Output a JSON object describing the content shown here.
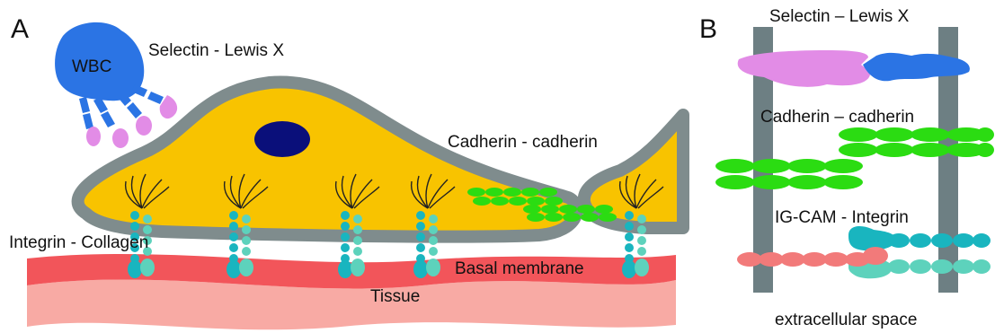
{
  "panel_a": {
    "letter": "A",
    "wbc": "WBC",
    "selectin_lewis": "Selectin - Lewis X",
    "cadherin": "Cadherin - cadherin",
    "integrin_collagen": "Integrin - Collagen",
    "basal_membrane": "Basal membrane",
    "tissue": "Tissue"
  },
  "panel_b": {
    "letter": "B",
    "selectin_lewis": "Selectin – Lewis X",
    "cadherin": "Cadherin – cadherin",
    "igcam_integrin": "IG-CAM - Integrin",
    "extracellular": "extracellular space"
  },
  "colors": {
    "cell_fill": "#f8c300",
    "cell_border": "#7f8c8d",
    "nucleus": "#0a0f7a",
    "wbc": "#2b74e4",
    "selectin": "#e28ce6",
    "cadherin": "#2bdc12",
    "integrin_dark": "#19b5bf",
    "integrin_light": "#5dd2bc",
    "basal": "#f2555a",
    "tissue": "#f8aaa4",
    "membrane_bar": "#6d7f83",
    "igcam": "#f27a7a"
  }
}
